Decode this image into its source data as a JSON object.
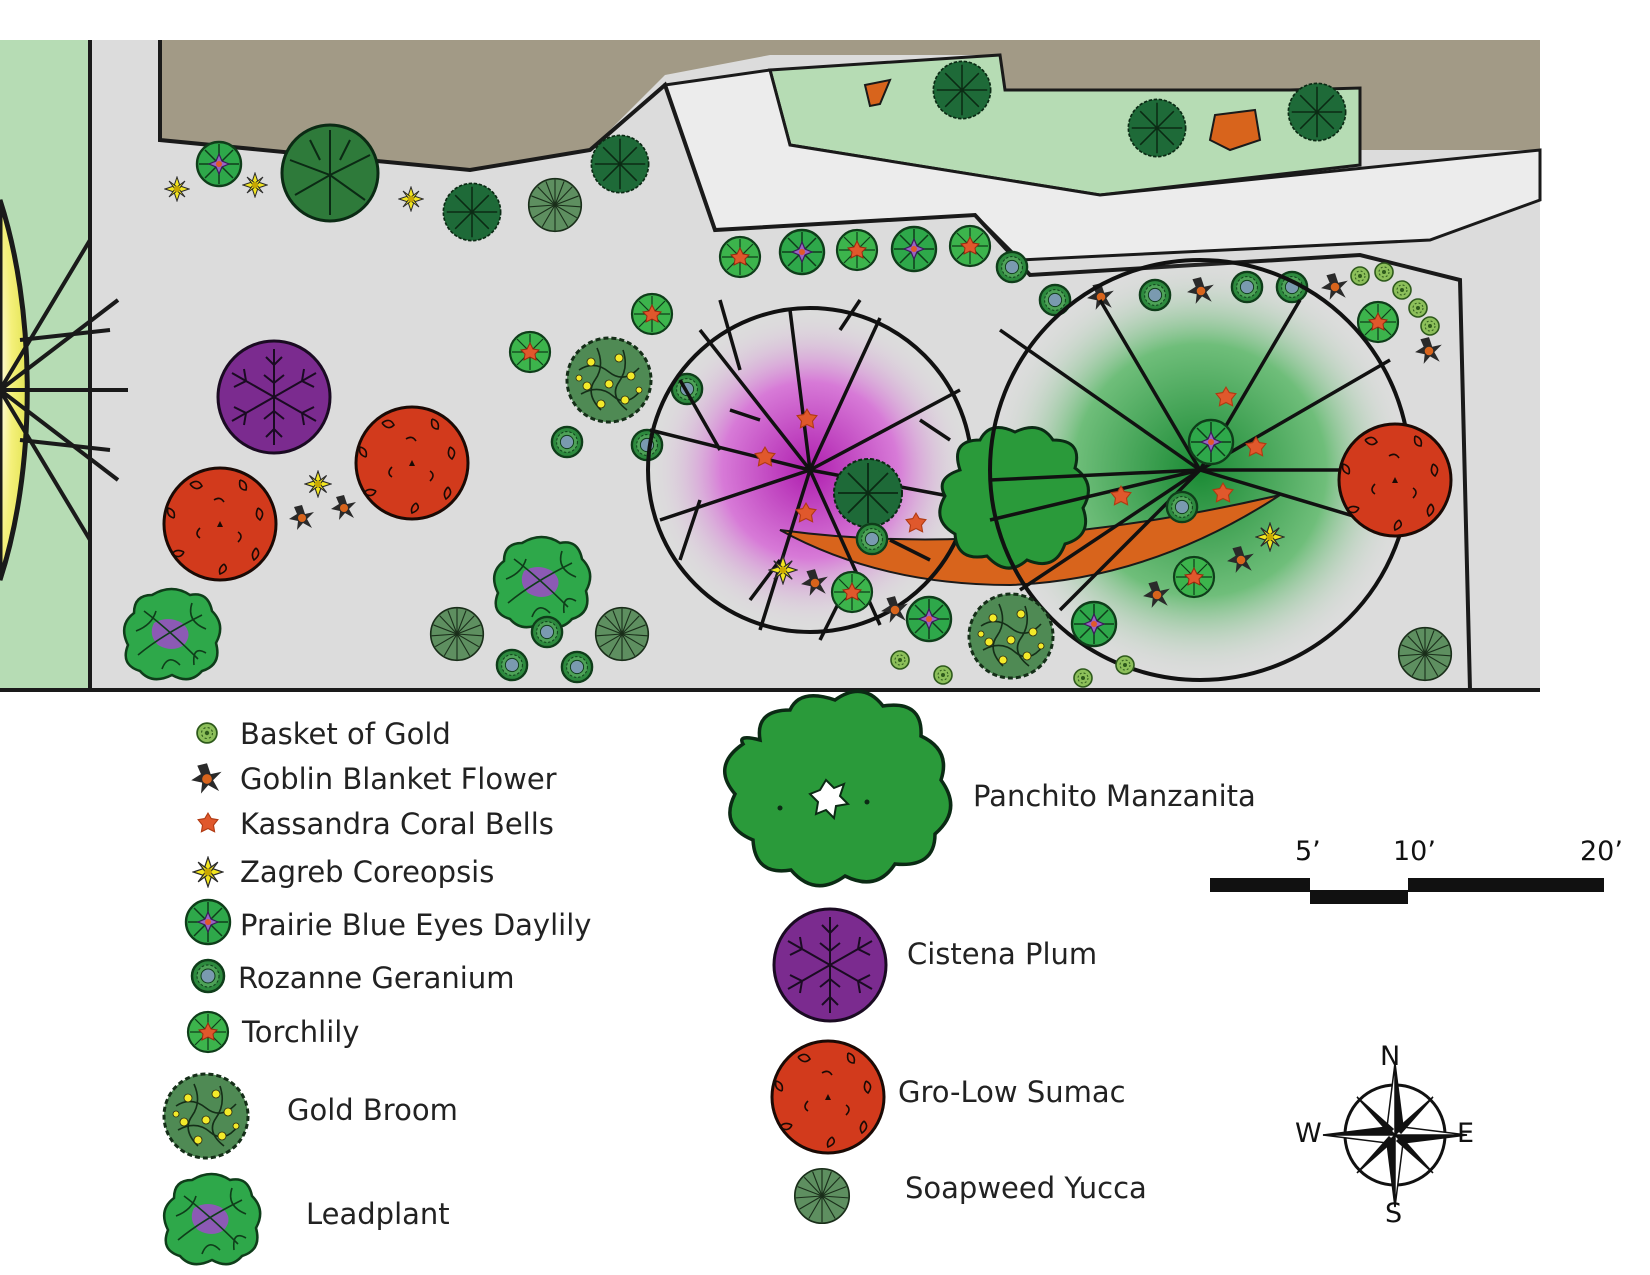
{
  "title": "Landscape planting plan",
  "legend": {
    "basket_of_gold": "Basket of Gold",
    "goblin_blanket_flower": "Goblin Blanket Flower",
    "kassandra_coral_bells": "Kassandra Coral Bells",
    "zagreb_coreopsis": "Zagreb Coreopsis",
    "prairie_blue_eyes_daylily": "Prairie Blue Eyes Daylily",
    "rozanne_geranium": "Rozanne Geranium",
    "torchlily": "Torchlily",
    "gold_broom": "Gold Broom",
    "leadplant": "Leadplant",
    "panchito_manzanita": "Panchito Manzanita",
    "cistena_plum": "Cistena Plum",
    "gro_low_sumac": "Gro-Low Sumac",
    "soapweed_yucca": "Soapweed Yucca"
  },
  "scale_bar": {
    "five": "5’",
    "ten": "10’",
    "twenty": "20’"
  },
  "compass": {
    "north": "N",
    "south": "S",
    "east": "E",
    "west": "W"
  },
  "colors": {
    "gravel": "#dcdcdc",
    "building": "#a29a86",
    "lawn": "#b6dcb4",
    "path": "#ececec",
    "plum": "#7b2b8f",
    "sumac": "#d23a1c",
    "manzanita": "#2a9a3a",
    "bed_orange": "#d8641c",
    "daylily_purple": "#8c5ab4",
    "coral": "#e0582c",
    "coreopsis": "#f0e020",
    "glow_purple": "#b026b0",
    "glow_green": "#1e8a3a"
  }
}
